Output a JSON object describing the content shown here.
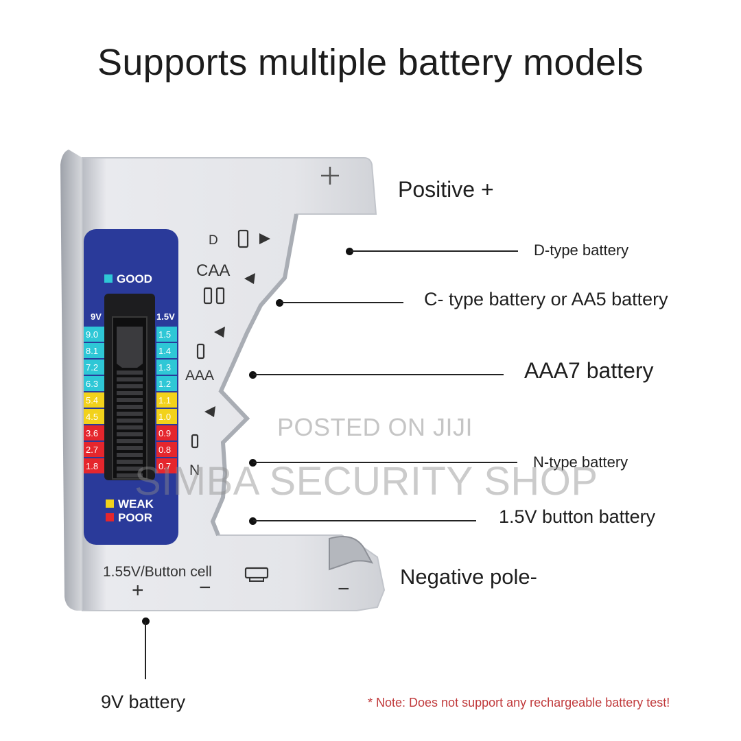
{
  "headline": "Supports multiple battery models",
  "device": {
    "legend_good": "GOOD",
    "legend_weak": "WEAK",
    "legend_poor": "POOR",
    "scale_left_header": "9V",
    "scale_right_header": "1.5V",
    "scale_left": [
      "9.0",
      "8.1",
      "7.2",
      "6.3",
      "5.4",
      "4.5",
      "3.6",
      "2.7",
      "1.8"
    ],
    "scale_right": [
      "1.5",
      "1.4",
      "1.3",
      "1.2",
      "1.1",
      "1.0",
      "0.9",
      "0.8",
      "0.7"
    ],
    "slot_label_d": "D",
    "slot_label_caa": "CAA",
    "slot_label_aaa": "AAA",
    "slot_label_n": "N",
    "bottom_label": "1.55V/Button cell",
    "plus_sign": "+",
    "minus_sign": "−"
  },
  "callouts": {
    "positive": "Positive +",
    "d_type": "D-type battery",
    "c_type": "C- type battery or AA5 battery",
    "aaa7": "AAA7 battery",
    "n_type": "N-type battery",
    "button": "1.5V button battery",
    "negative": "Negative pole-",
    "nine_volt": "9V battery"
  },
  "note": "* Note: Does not support any rechargeable battery test!",
  "watermarks": {
    "posted": "POSTED ON JIJI",
    "shop": "SIMBA SECURITY SHOP"
  },
  "colors": {
    "panel_blue": "#2a3a9a",
    "good": "#2ec7d6",
    "weak": "#f2d21b",
    "poor": "#e5262d",
    "body_silver": "#e6e7ea"
  }
}
